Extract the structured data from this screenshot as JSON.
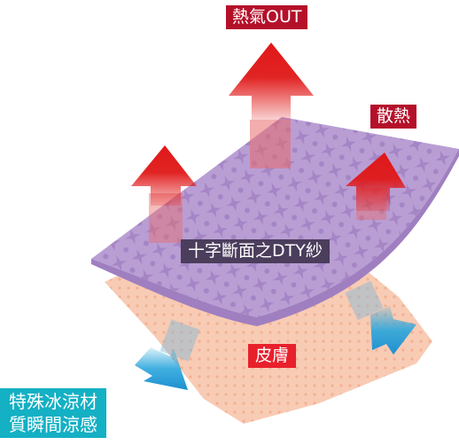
{
  "labels": {
    "heat_out": "熱氣OUT",
    "heat_dissipation": "散熱",
    "fabric": "十字斷面之DTY紗",
    "skin": "皮膚",
    "cooling_line1": "特殊冰涼材",
    "cooling_line2": "質瞬間涼感"
  },
  "colors": {
    "fabric": "#b99ed4",
    "skin": "#f8c9b0",
    "heat_arrow": "#e01818",
    "cool_arrow": "#2aa6dc",
    "label_red": "#b5102a",
    "label_dark": "#4b3d5c",
    "label_skin": "#e8202c",
    "label_cool": "#14b0c4"
  }
}
